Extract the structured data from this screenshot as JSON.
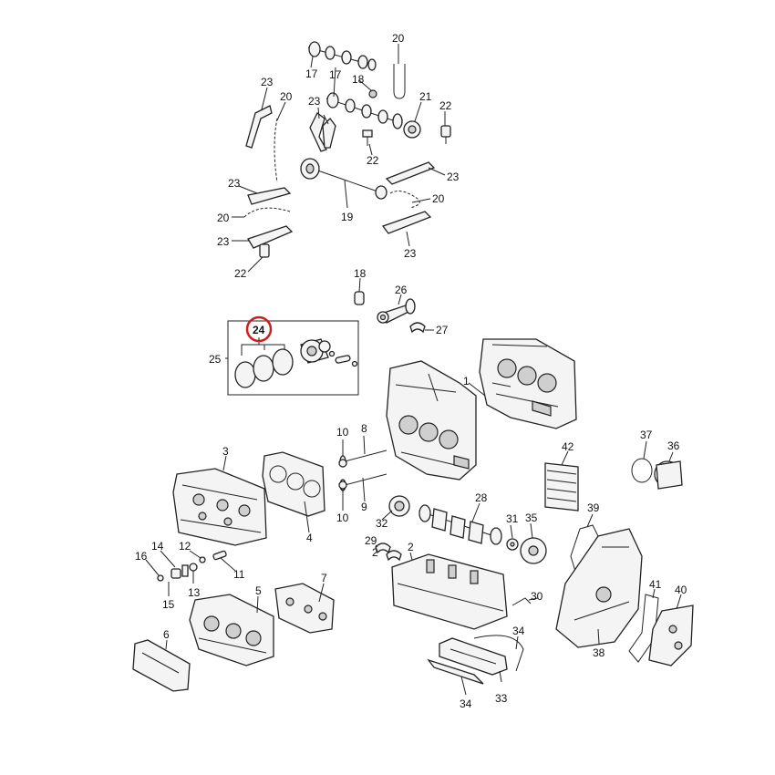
{
  "callouts": {
    "c1": "1",
    "c2a": "2",
    "c2b": "2",
    "c3": "3",
    "c4": "4",
    "c5": "5",
    "c6": "6",
    "c7": "7",
    "c8": "8",
    "c9": "9",
    "c10a": "10",
    "c10b": "10",
    "c11": "11",
    "c12": "12",
    "c13": "13",
    "c14": "14",
    "c15": "15",
    "c16": "16",
    "c17a": "17",
    "c17b": "17",
    "c18a": "18",
    "c18b": "18",
    "c19": "19",
    "c20a": "20",
    "c20b": "20",
    "c20c": "20",
    "c20d": "20",
    "c21": "21",
    "c22a": "22",
    "c22b": "22",
    "c22c": "22",
    "c23a": "23",
    "c23b": "23",
    "c23c": "23",
    "c23d": "23",
    "c23e": "23",
    "c23f": "23",
    "c24": "24",
    "c25": "25",
    "c26": "26",
    "c27": "27",
    "c28": "28",
    "c29": "29",
    "c30": "30",
    "c31": "31",
    "c32": "32",
    "c33": "33",
    "c34a": "34",
    "c34b": "34",
    "c35": "35",
    "c36": "36",
    "c37": "37",
    "c38": "38",
    "c39": "39",
    "c40": "40",
    "c41": "41",
    "c42": "42"
  },
  "highlight": {
    "callout": "24",
    "color": "#cc1f1f"
  }
}
